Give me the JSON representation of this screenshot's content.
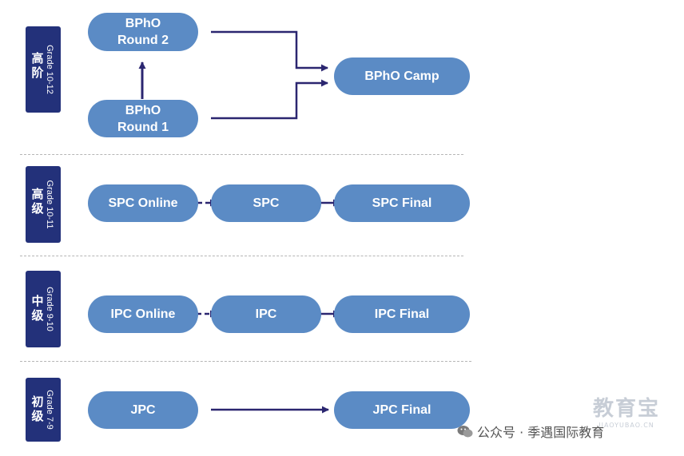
{
  "tiers": [
    {
      "cn": "高阶",
      "grade": "Grade 10-12"
    },
    {
      "cn": "高级",
      "grade": "Grade 10-11"
    },
    {
      "cn": "中级",
      "grade": "Grade 9-10"
    },
    {
      "cn": "初级",
      "grade": "Grade 7-9"
    }
  ],
  "nodes": {
    "bpho_round2": "BPhO\nRound 2",
    "bpho_round1": "BPhO\nRound 1",
    "bpho_camp": "BPhO Camp",
    "spc_online": "SPC Online",
    "spc": "SPC",
    "spc_final": "SPC Final",
    "ipc_online": "IPC Online",
    "ipc": "IPC",
    "ipc_final": "IPC Final",
    "jpc": "JPC",
    "jpc_final": "JPC Final"
  },
  "watermark": {
    "text": "公众号 · 季遇国际教育",
    "brand_cn": "教育宝",
    "brand_en": "JIAOYUBAO.CN",
    "icon": "wechat-icon"
  },
  "colors": {
    "node": "#5b8bc5",
    "label": "#23317a",
    "arrow": "#2b2670"
  }
}
